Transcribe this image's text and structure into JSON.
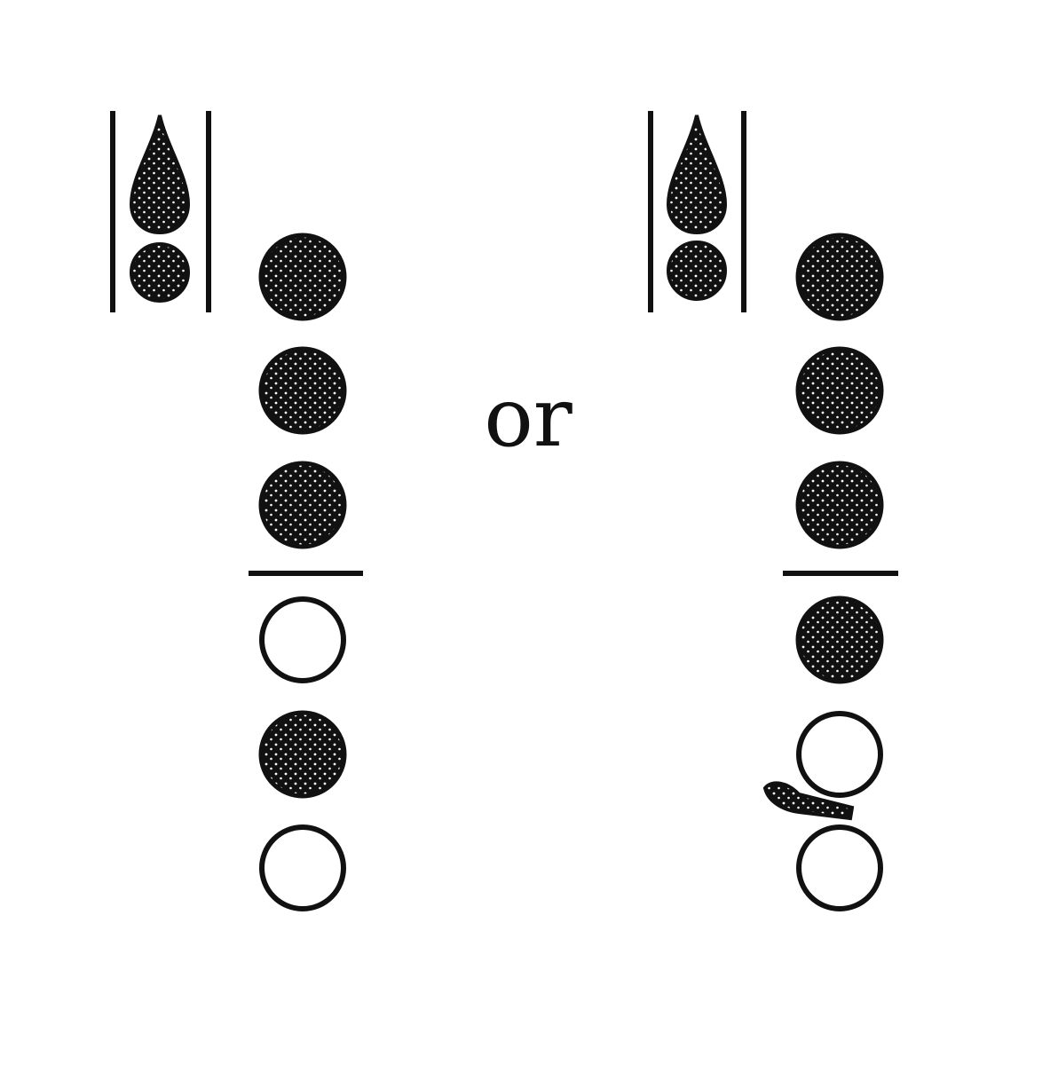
{
  "separator_text": "or",
  "colors": {
    "ink": "#111111",
    "dot": "#ffffff",
    "background": "#ffffff"
  },
  "fingerings": [
    {
      "octave_key": "pressed",
      "holes": [
        "closed",
        "closed",
        "closed",
        "open",
        "closed",
        "open"
      ],
      "side_key": null
    },
    {
      "octave_key": "pressed",
      "holes": [
        "closed",
        "closed",
        "closed",
        "closed",
        "open",
        "open"
      ],
      "side_key": "pressed"
    }
  ]
}
